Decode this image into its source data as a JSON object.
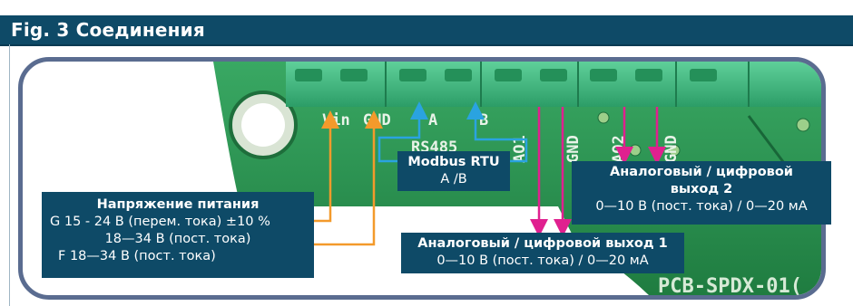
{
  "figure": {
    "title": "Fig. 3 Соединения"
  },
  "board": {
    "silkscreen": [
      "Vin",
      "GND",
      "A",
      "B",
      "RS485",
      "AO1",
      "GND",
      "AO2",
      "GND",
      "PCB-SPDX-01("
    ]
  },
  "labels": {
    "power": {
      "title": "Напряжение питания",
      "line_g": "G 15 - 24 В (перем. тока) ±10 %",
      "line_g2": "18—34 В (пост. тока)",
      "line_f": "F 18—34 В (пост. тока)"
    },
    "modbus": {
      "title": "Modbus RTU",
      "sub": "A /B"
    },
    "ao2": {
      "title_1": "Аналоговый / цифровой",
      "title_2": "выход 2",
      "sub": "0—10 В (пост. тока) / 0—20 мА"
    },
    "ao1": {
      "title": "Аналоговый / цифровой выход 1",
      "sub": "0—10 В (пост. тока) / 0—20 мА"
    }
  },
  "colors": {
    "title_bg": "#0e4a67",
    "frame_border": "#5a6c90",
    "pcb_green": "#2f9e55",
    "terminal_green": "#3bb87a",
    "power_wire": "#f39a2b",
    "modbus_wire": "#2aa3e0",
    "analog_wire": "#e0208f"
  }
}
